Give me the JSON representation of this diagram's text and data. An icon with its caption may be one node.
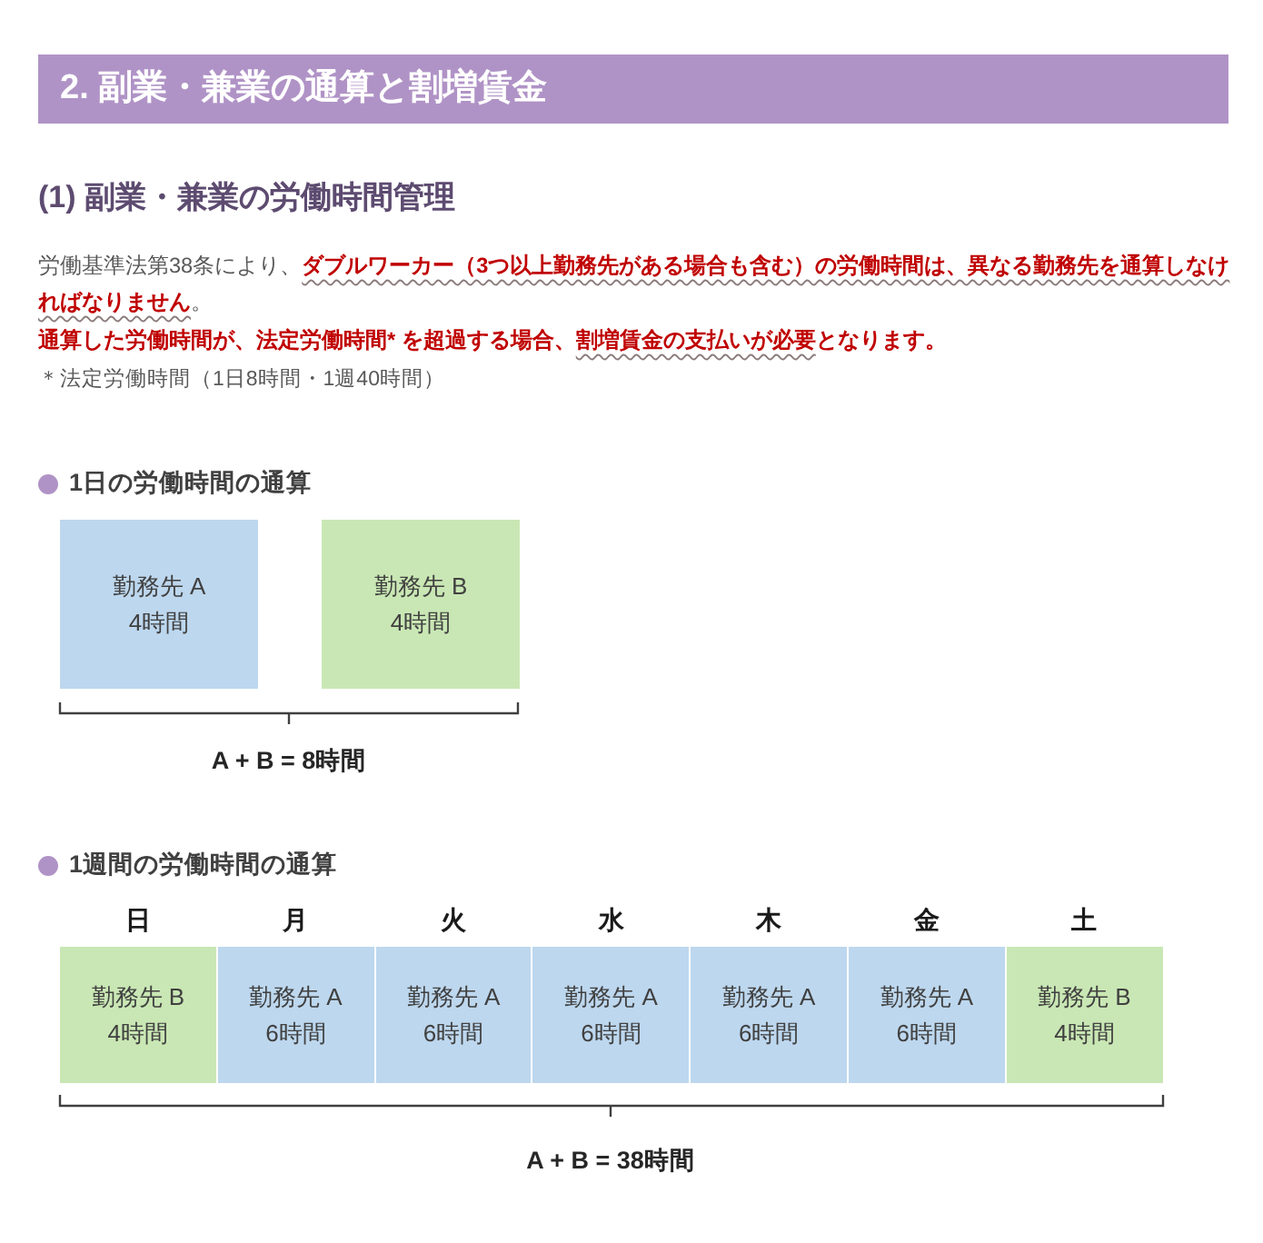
{
  "diagram": {
    "title": "2. 副業・兼業の通算と割増賃金",
    "nodes": [
      {
        "text": [
          "勤務先 A",
          "4時間"
        ]
      },
      {
        "text": [
          "勤務先 B",
          "4時間"
        ]
      },
      {
        "text": [
          "勤務先 B",
          "4時間"
        ],
        "beside": [
          "日"
        ]
      },
      {
        "text": [
          "勤務先 A",
          "6時間"
        ],
        "beside": [
          "月"
        ]
      },
      {
        "text": [
          "勤務先 A",
          "6時間"
        ],
        "beside": [
          "火"
        ]
      },
      {
        "text": [
          "勤務先 A",
          "6時間"
        ],
        "beside": [
          "水"
        ]
      },
      {
        "text": [
          "勤務先 A",
          "6時間"
        ],
        "beside": [
          "木"
        ]
      },
      {
        "text": [
          "勤務先 A",
          "6時間"
        ],
        "beside": [
          "金"
        ]
      },
      {
        "text": [
          "勤務先 B",
          "4時間"
        ],
        "beside": [
          "土"
        ]
      }
    ],
    "labels": [
      "(1) 副業・兼業の労働時間管理",
      "労働基準法第38条により、**ダブルワーカー（3つ以上勤務先がある場合も含む）の労働時間は、異なる勤務先を通算しなければなりません**。",
      "通算した労働時間が、法定労働時間* を超過する場合、**割増賃金の支払いが必要**となります。",
      "＊法定労働時間（1日8時間・1週40時間）",
      "1日の労働時間の通算",
      "A + B = 8時間",
      "1週間の労働時間の通算",
      "A + B = 38時間"
    ]
  }
}
